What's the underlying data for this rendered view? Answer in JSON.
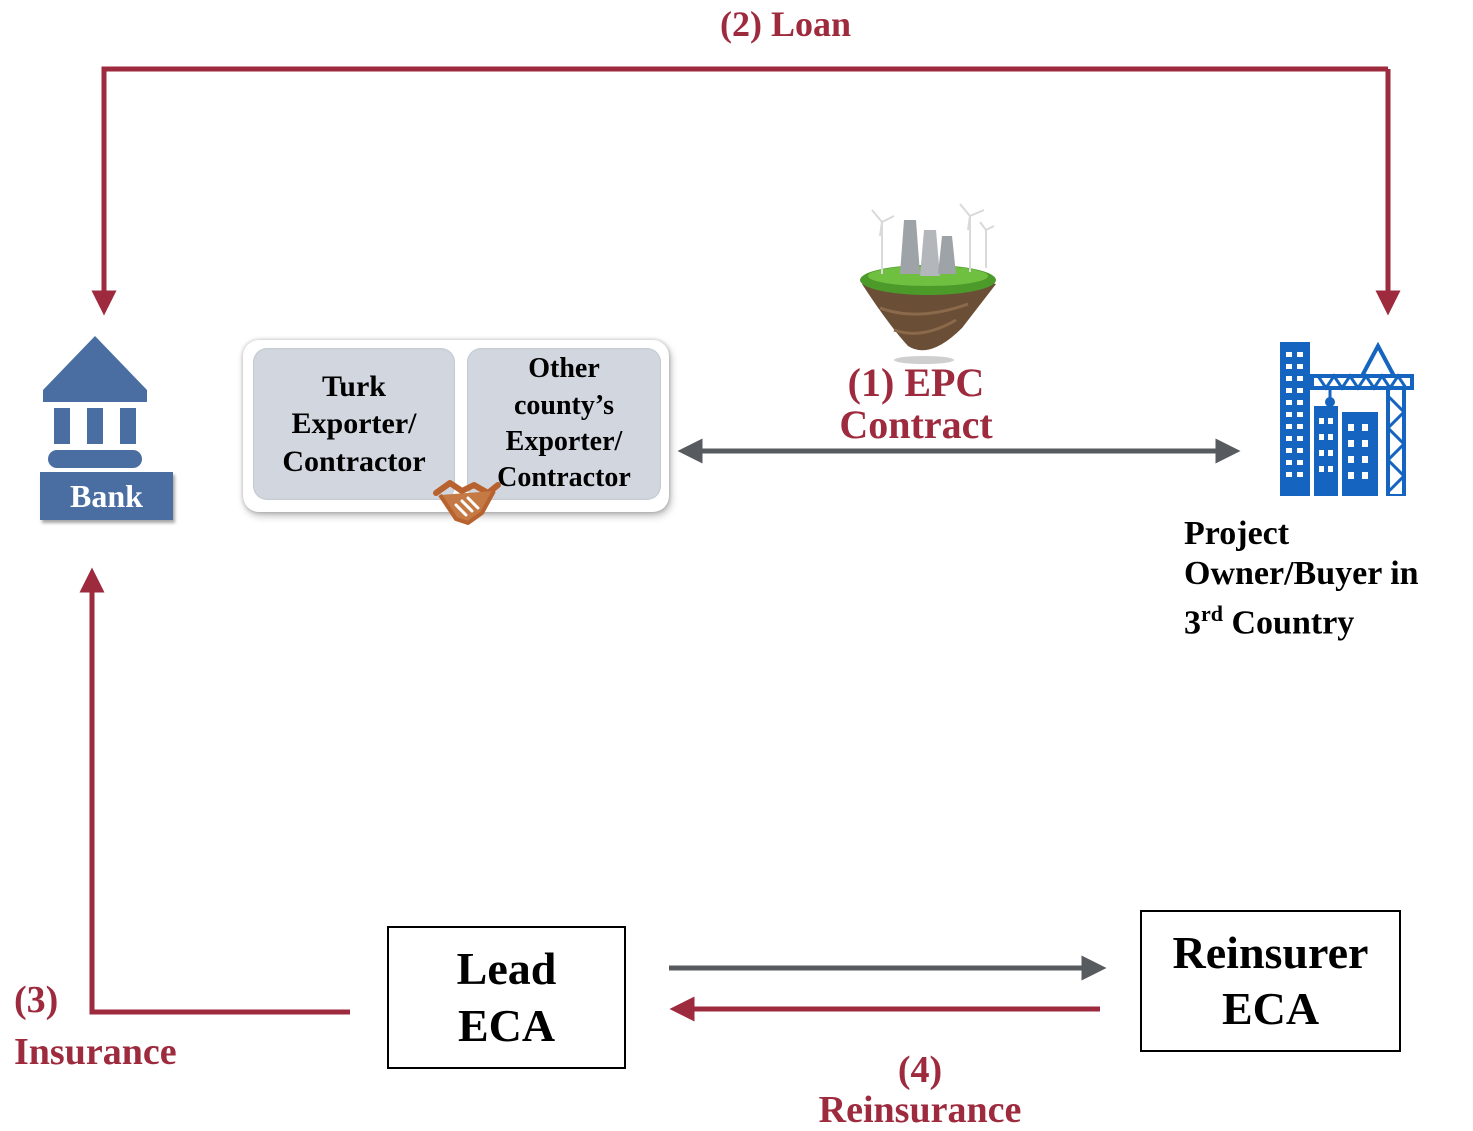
{
  "colors": {
    "flow_red": "#9e2a3e",
    "flow_gray": "#575a5e",
    "bank_blue": "#4a6ea2",
    "building_blue": "#1565c0"
  },
  "bank": {
    "label": "Bank",
    "icon": "bank-icon"
  },
  "exporters": {
    "turk_line1": "Turk",
    "turk_line2": "Exporter/",
    "turk_line3": "Contractor",
    "other_line1": "Other",
    "other_line2": "county’s",
    "other_line3": "Exporter/",
    "other_line4": "Contractor",
    "icon": "handshake-icon"
  },
  "project_owner": {
    "line1": "Project",
    "line2": "Owner/Buyer in",
    "line3_number": "3",
    "line3_sup": "rd",
    "line3_rest": " Country",
    "icon": "building-crane-icon"
  },
  "power_plant_icon": "power-plant-island-icon",
  "flows": {
    "loan": "(2) Loan",
    "epc_line1": "(1) EPC",
    "epc_line2": "Contract",
    "insurance_line1": "(3)",
    "insurance_line2": "Insurance",
    "reinsurance_line1": "(4)",
    "reinsurance_line2": "Reinsurance"
  },
  "lead_eca": {
    "line1": "Lead",
    "line2": "ECA"
  },
  "reinsurer_eca": {
    "line1": "Reinsurer",
    "line2": "ECA"
  }
}
